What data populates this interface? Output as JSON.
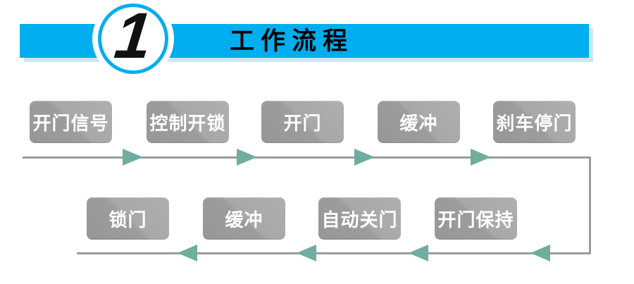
{
  "header": {
    "step_number": "1",
    "title": "工作流程"
  },
  "flow": {
    "top_row": [
      {
        "label": "开门信号"
      },
      {
        "label": "控制开锁"
      },
      {
        "label": "开门"
      },
      {
        "label": "缓冲"
      },
      {
        "label": "刹车停门"
      }
    ],
    "bottom_row": [
      {
        "label": "锁门"
      },
      {
        "label": "缓冲"
      },
      {
        "label": "自动关门"
      },
      {
        "label": "开门保持"
      }
    ]
  },
  "theme": {
    "banner_blue": "#00AEEF",
    "banner_shadow": "#C9E8F8",
    "circle_border": "#00AEEF",
    "title_text": "#000000",
    "box_gray_dark": "#979797",
    "box_gray_light": "#AFAFAF",
    "box_text": "#FFFFFF",
    "line_gray": "#9B9B9B",
    "arrow_teal": "#6FAE9E"
  }
}
